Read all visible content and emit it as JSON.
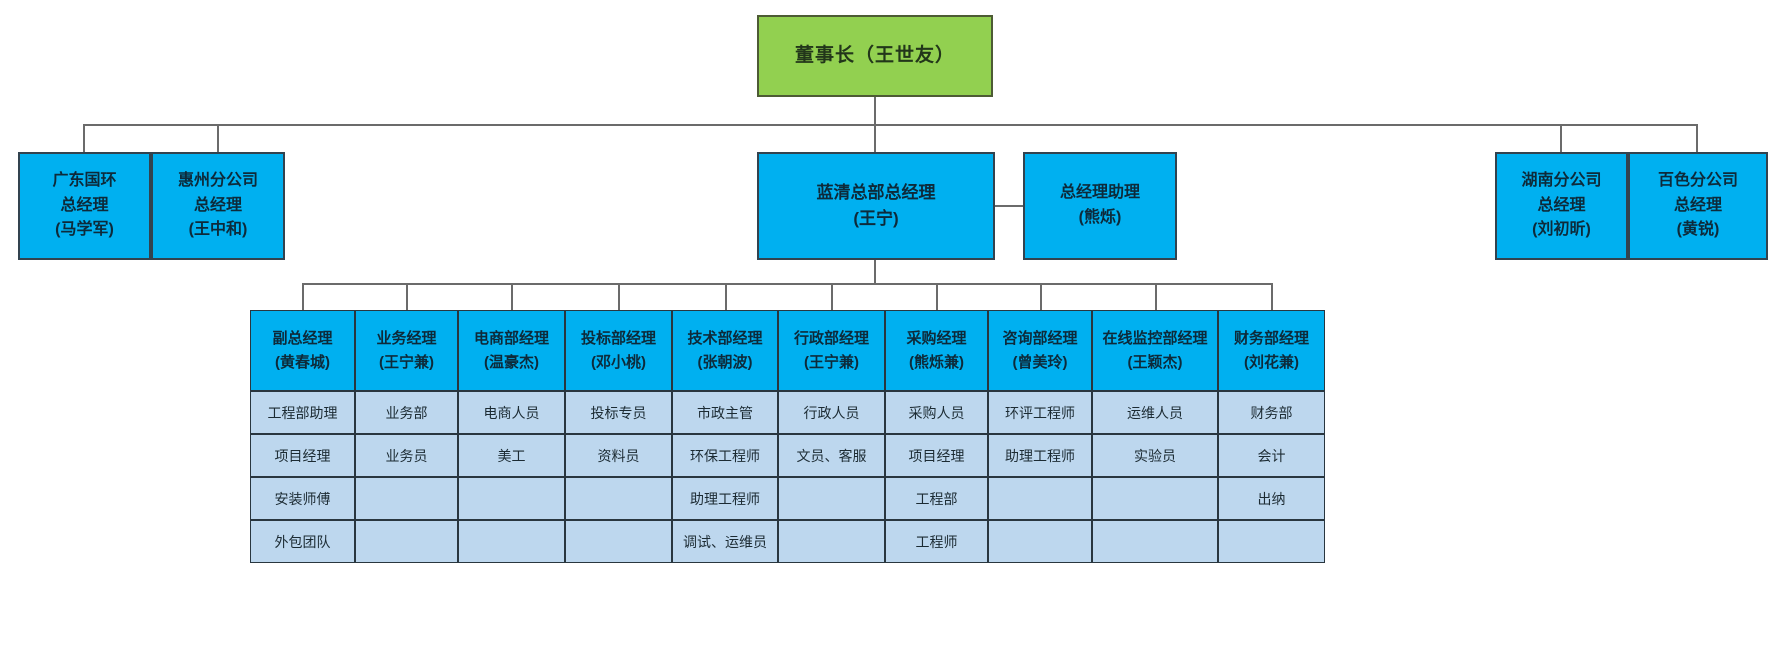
{
  "colors": {
    "chairman_green": "#92D050",
    "box_cyan": "#00B0F0",
    "cell_light_blue": "#BDD7EE",
    "connector_gray": "#6B6B6B"
  },
  "chairman": {
    "label": "董事长（王世友）"
  },
  "level2": {
    "left_boxes": [
      {
        "label": "广东国环\n总经理\n(马学军)"
      },
      {
        "label": "惠州分公司\n总经理\n(王中和)"
      }
    ],
    "hq_manager": {
      "label": "蓝清总部总经理\n(王宁)"
    },
    "assistant": {
      "label": "总经理助理\n(熊烁)"
    },
    "right_boxes": [
      {
        "label": "湖南分公司\n总经理\n(刘初昕)"
      },
      {
        "label": "百色分公司\n总经理\n(黄锐)"
      }
    ]
  },
  "departments": {
    "columns": [
      {
        "title": "副总经理",
        "name": "(黄春城)",
        "rows": [
          "工程部助理",
          "项目经理",
          "安装师傅",
          "外包团队"
        ]
      },
      {
        "title": "业务经理",
        "name": "(王宁兼)",
        "rows": [
          "业务部",
          "业务员",
          "",
          ""
        ]
      },
      {
        "title": "电商部经理",
        "name": "(温豪杰)",
        "rows": [
          "电商人员",
          "美工",
          "",
          ""
        ]
      },
      {
        "title": "投标部经理",
        "name": "(邓小桃)",
        "rows": [
          "投标专员",
          "资料员",
          "",
          ""
        ]
      },
      {
        "title": "技术部经理",
        "name": "(张朝波)",
        "rows": [
          "市政主管",
          "环保工程师",
          "助理工程师",
          "调试、运维员"
        ]
      },
      {
        "title": "行政部经理",
        "name": "(王宁兼)",
        "rows": [
          "行政人员",
          "文员、客服",
          "",
          ""
        ]
      },
      {
        "title": "采购经理",
        "name": "(熊烁兼)",
        "rows": [
          "采购人员",
          "项目经理",
          "工程部",
          "工程师"
        ]
      },
      {
        "title": "咨询部经理",
        "name": "(曾美玲)",
        "rows": [
          "环评工程师",
          "助理工程师",
          "",
          ""
        ]
      },
      {
        "title": "在线监控部经理",
        "name": "(王颖杰)",
        "rows": [
          "运维人员",
          "实验员",
          "",
          ""
        ]
      },
      {
        "title": "财务部经理",
        "name": "(刘花兼)",
        "rows": [
          "财务部",
          "会计",
          "出纳",
          ""
        ]
      }
    ]
  }
}
